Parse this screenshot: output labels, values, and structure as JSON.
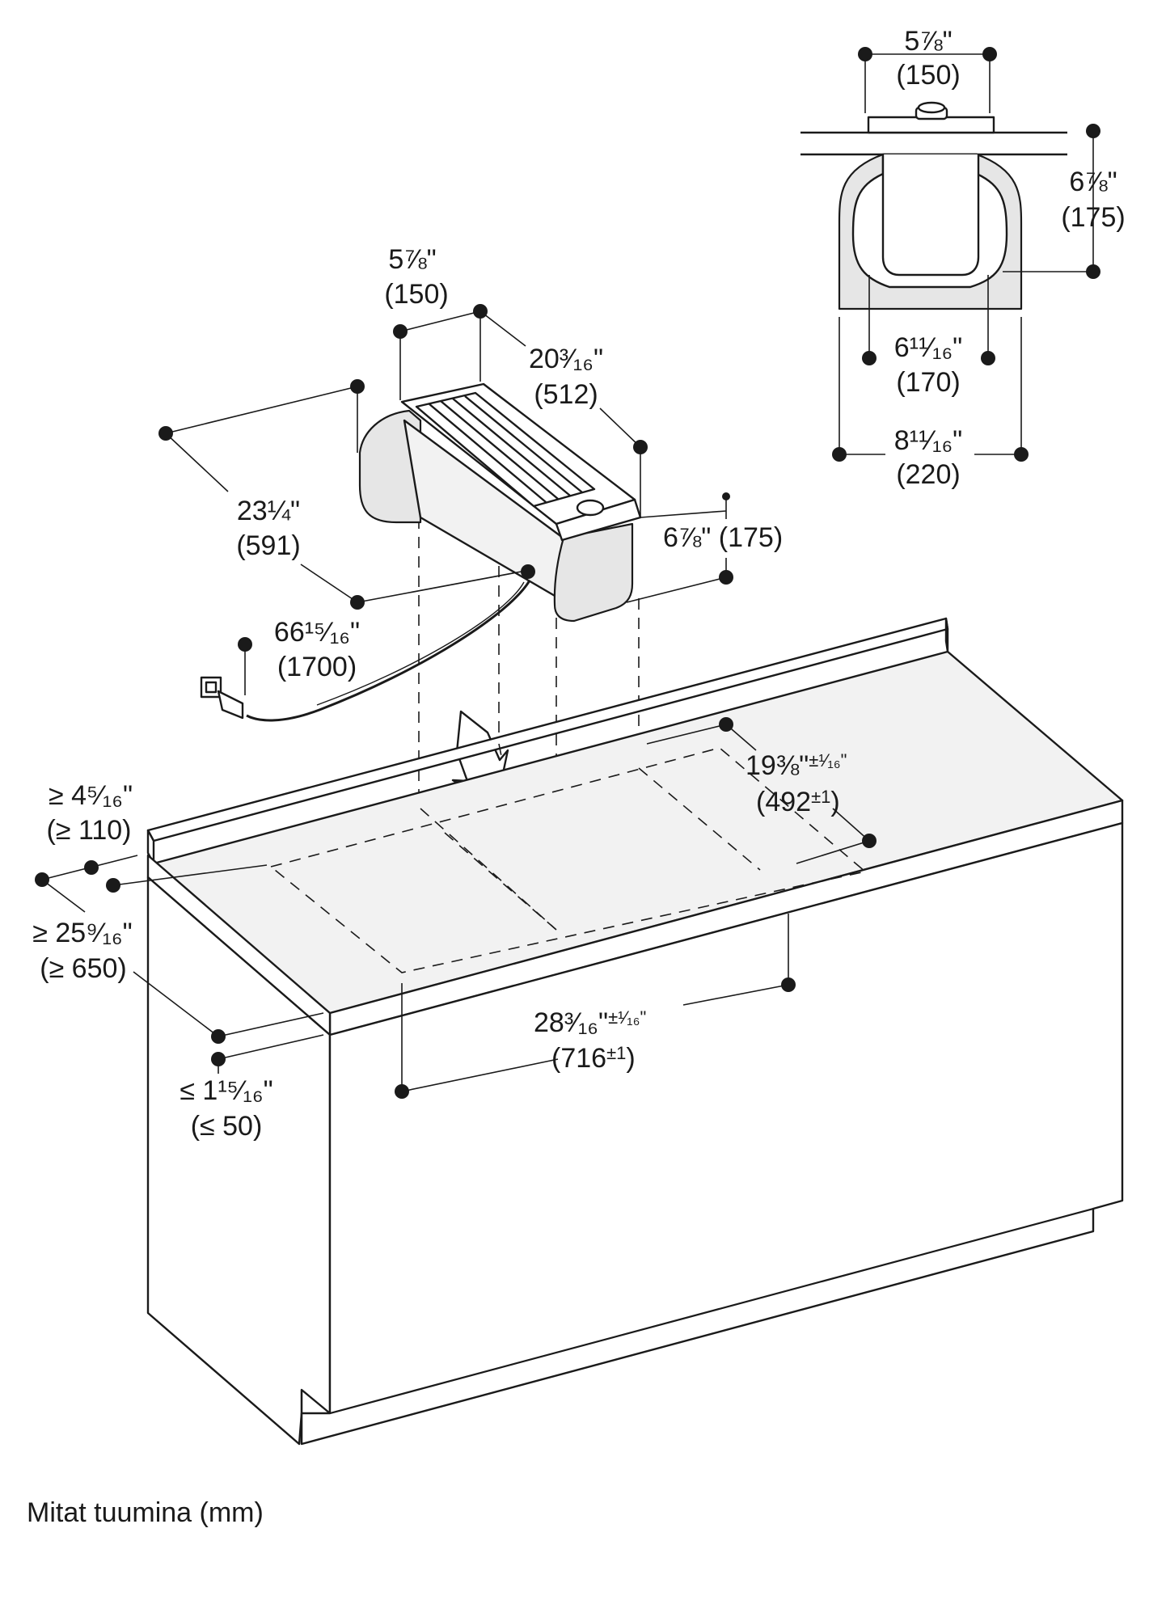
{
  "top_view": {
    "width_in": "5⅞\"",
    "width_mm": "(150)",
    "depth_in": "6⅞\"",
    "depth_mm": "(175)",
    "inner_in": "6¹¹⁄₁₆\"",
    "inner_mm": "(170)",
    "outer_in": "8¹¹⁄₁₆\"",
    "outer_mm": "(220)"
  },
  "unit": {
    "width_in": "5⅞\"",
    "width_mm": "(150)",
    "length_in": "20³⁄₁₆\"",
    "length_mm": "(512)",
    "total_in": "23¼\"",
    "total_mm": "(591)",
    "height_in": "6⅞\" (175)",
    "cable_in": "66¹⁵⁄₁₆\"",
    "cable_mm": "(1700)"
  },
  "cutout": {
    "width_in": "19⅜\"",
    "width_tol": "±¹⁄₁₆\"",
    "width_mm": "(492",
    "width_mm_tol": "±1",
    "width_mm_close": ")",
    "length_in": "28³⁄₁₆\"",
    "length_tol": "±¹⁄₁₆\"",
    "length_mm": "(716",
    "length_mm_tol": "±1",
    "length_mm_close": ")"
  },
  "counter": {
    "back_in": "≥ 4⁵⁄₁₆\"",
    "back_mm": "(≥ 110)",
    "depth_in": "≥ 25⁹⁄₁₆\"",
    "depth_mm": "(≥ 650)",
    "thick_in": "≤ 1¹⁵⁄₁₆\"",
    "thick_mm": "(≤ 50)"
  },
  "footer": "Mitat tuumina (mm)"
}
